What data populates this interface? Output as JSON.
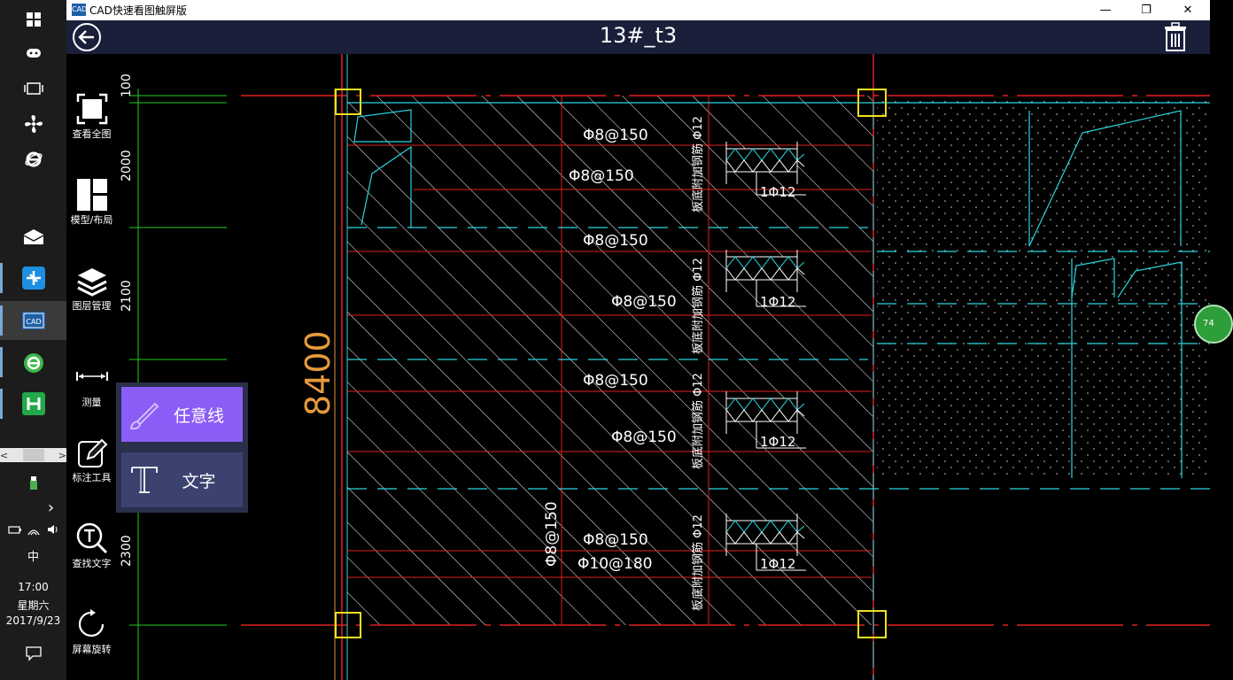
{
  "window": {
    "app_title": "CAD快速看图触屏版",
    "app_icon_text": "CAD",
    "minimize": "—",
    "maximize": "❐",
    "close": "✕"
  },
  "header": {
    "doc_title": "13#_t3",
    "back_icon": "back-arrow-icon",
    "delete_icon": "trash-icon"
  },
  "toolbar": {
    "items": [
      {
        "label": "查看全图",
        "icon": "fit-view-icon"
      },
      {
        "label": "模型/布局",
        "icon": "layout-icon"
      },
      {
        "label": "图层管理",
        "icon": "layers-icon"
      },
      {
        "label": "测量",
        "icon": "measure-icon"
      },
      {
        "label": "标注工具",
        "icon": "annotate-icon"
      },
      {
        "label": "查找文字",
        "icon": "find-text-icon"
      },
      {
        "label": "屏幕旋转",
        "icon": "rotate-screen-icon"
      }
    ]
  },
  "popup": {
    "freehand_label": "任意线",
    "text_label": "文字"
  },
  "taskbar": {
    "clock_time": "17:00",
    "clock_day": "星期六",
    "clock_date": "2017/9/23",
    "ime": "中",
    "scroll_left": "<",
    "scroll_right": ">",
    "expand": "›",
    "status_badge": "74"
  },
  "drawing": {
    "dim_total": "8400",
    "dim_1": "100",
    "dim_2": "2000",
    "dim_3": "2100",
    "dim_4": "2300",
    "rebar_labels": [
      "Φ8@150",
      "Φ8@150",
      "Φ8@150",
      "Φ8@150",
      "Φ8@150",
      "Φ8@150",
      "Φ8@150",
      "Φ10@180",
      "Φ8@150"
    ],
    "small_labels": [
      "1Φ12",
      "1Φ12",
      "1Φ12",
      "1Φ12"
    ],
    "vertical_note": "板底附加钢筋 Φ12",
    "colors": {
      "red": "#e02020",
      "cyan": "#29d6e0",
      "white": "#ffffff",
      "green": "#22cc22",
      "orange": "#e69a3a",
      "yellow": "#f0e020"
    }
  }
}
